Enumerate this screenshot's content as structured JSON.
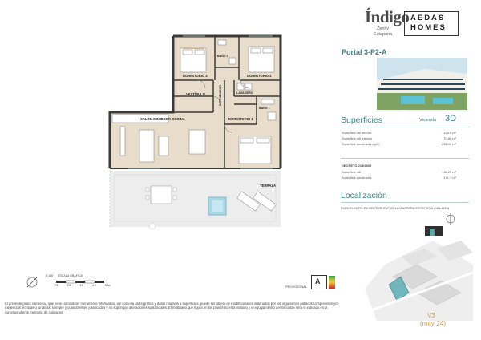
{
  "brand": {
    "name": "Índigo",
    "line1": "Zenity",
    "line2": "Estepona",
    "company_line1": "AEDAS",
    "company_line2": "HOMES"
  },
  "portal": "Portal 3-P2-A",
  "superficies": {
    "title": "Superficies",
    "vivienda_label": "Vivienda",
    "vivienda_num": "3D",
    "rows": [
      {
        "label": "Superficie útil interior",
        "value": "123.8 m²"
      },
      {
        "label": "Superficie útil exterior",
        "value": "70.88 m²"
      },
      {
        "label": "Superficie construida pp2C",
        "value": "234.40 m²"
      }
    ]
  },
  "decreto": {
    "title": "DECRETO 218/2005",
    "rows": [
      {
        "label": "Superficie útil",
        "value": "136.25 m²"
      },
      {
        "label": "Superficie construida",
        "value": "171.7 m²"
      }
    ]
  },
  "localizacion": {
    "title": "Localización",
    "text": "PARCELAS R3-R4 SECTOR SUP-02 LA GASPARA ESTEPONA (MÁLAGA)"
  },
  "rooms": {
    "dormitorio3": "DORMITORIO 3",
    "bano2": "BAÑO 2",
    "dormitorio2": "DORMITORIO 2",
    "vestibulo": "VESTÍBULO",
    "distribuidor": "DISTRIBUIDOR",
    "lavadero": "LAVADERO",
    "bano1": "BAÑO 1",
    "dormitorio1": "DORMITORIO 1",
    "salon": "SALÓN-COMEDOR-COCINA",
    "terraza": "TERRAZA"
  },
  "scale": {
    "ratio": "E:100",
    "name": "ESCALA GRÁFICA",
    "ticks": [
      "1.5",
      "2.5",
      "3.5",
      "4.5",
      "5.5m"
    ]
  },
  "energy": {
    "label": "PROVISIONAL",
    "grade": "A"
  },
  "disclaimer": "El presente plano comercial, que tiene un carácter meramente informativo, así como la parte gráfica y datos relativos a superficies, puede ser objeto de modificaciones ordenadas por los organismos públicos competentes y/o exigencias técnicas o jurídicas, siempre y cuando estén justificadas y no supongan alteraciones sustanciales. El mobiliario que figura en los planos no está incluido y el equipamiento del inmueble será el indicado en la correspondiente memoria de calidades.",
  "version": "V3",
  "date": "(may´24)",
  "colors": {
    "accent": "#3f7f86",
    "floor": "#e8dccb",
    "terrace": "#ececec",
    "gold": "#c99a56"
  }
}
